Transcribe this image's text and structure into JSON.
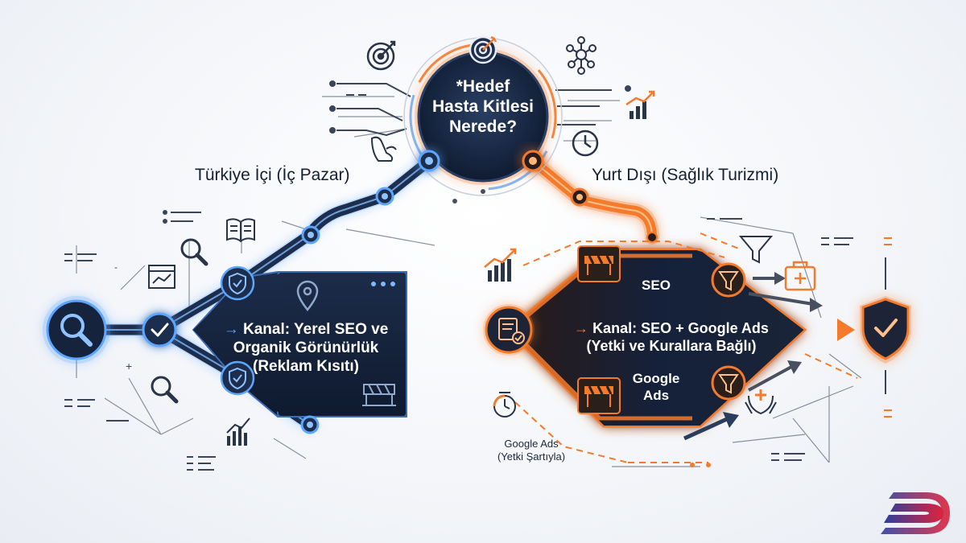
{
  "center": {
    "title_line1": "*Hedef",
    "title_line2": "Hasta Kitlesi",
    "title_line3": "Nerede?"
  },
  "left_branch": {
    "title": "Türkiye İçi (İç Pazar)",
    "channel_line1": "Kanal: Yerel SEO ve",
    "channel_line2": "Organik Görünürlük",
    "channel_line3": "(Reklam Kısıtı)",
    "arrow_glyph": "→"
  },
  "right_branch": {
    "title": "Yurt Dışı (Sağlık Turizmi)",
    "channel_line1": "Kanal: SEO + Google Ads",
    "channel_line2": "(Yetki ve Kurallara Bağlı)",
    "arrow_glyph": "→",
    "seo_label": "SEO",
    "google_ads_line1": "Google",
    "google_ads_line2": "Ads",
    "note_line1": "Google Ads",
    "note_line2": "(Yetki Şartıyla)"
  },
  "colors": {
    "navy": "#15233d",
    "blue_glow": "#3d8ff5",
    "orange": "#f47a2c",
    "background": "#f3f5f9"
  },
  "icons": [
    "target-icon",
    "network-icon",
    "growth-chart-icon",
    "clock-icon",
    "hand-pointer-icon",
    "search-icon",
    "book-icon",
    "browser-chart-icon",
    "location-pin-icon",
    "shield-check-icon",
    "barrier-icon",
    "funnel-icon",
    "medical-kit-icon",
    "care-hands-icon",
    "timer-icon",
    "brand-logo-icon"
  ]
}
